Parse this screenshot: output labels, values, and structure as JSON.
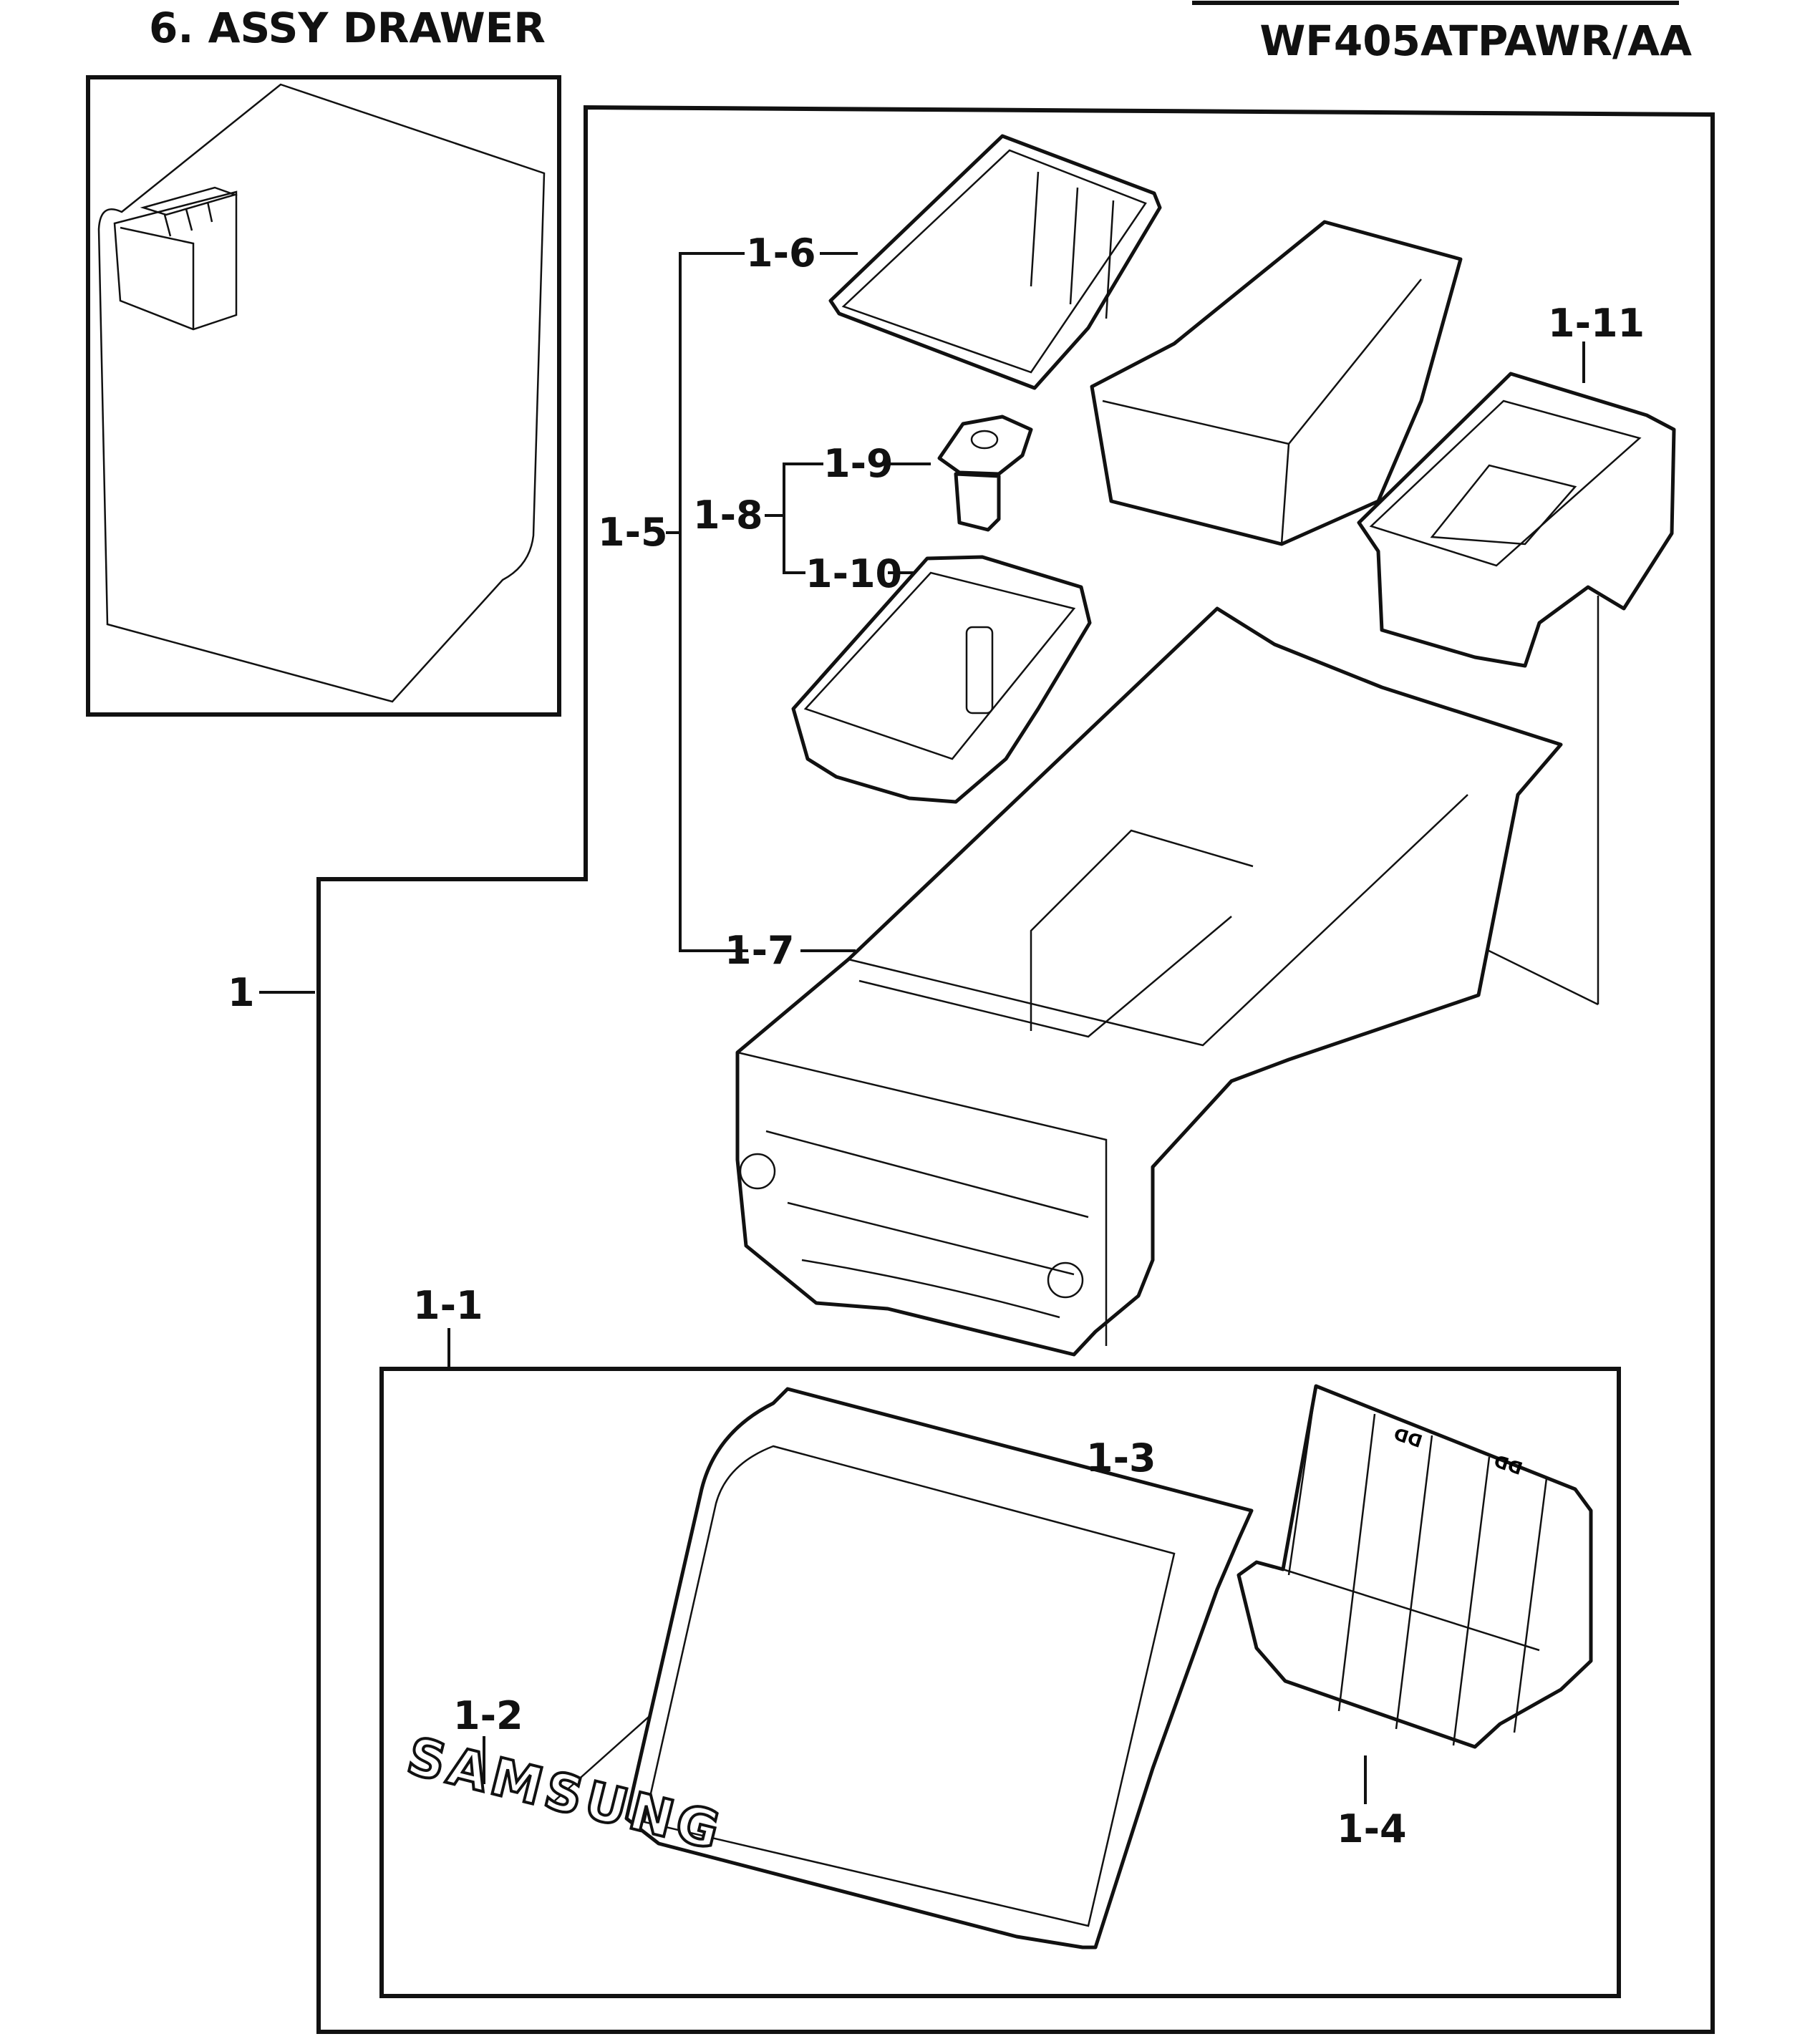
{
  "header": {
    "section_title": "6. ASSY DRAWER",
    "model_number": "WF405ATPAWR/AA"
  },
  "callouts": [
    "1",
    "1-1",
    "1-2",
    "1-3",
    "1-4",
    "1-5",
    "1-6",
    "1-7",
    "1-8",
    "1-9",
    "1-10",
    "1-11"
  ],
  "logo_text": "SAMSUNG",
  "colors": {
    "ink": "#111111",
    "paper": "#ffffff"
  }
}
